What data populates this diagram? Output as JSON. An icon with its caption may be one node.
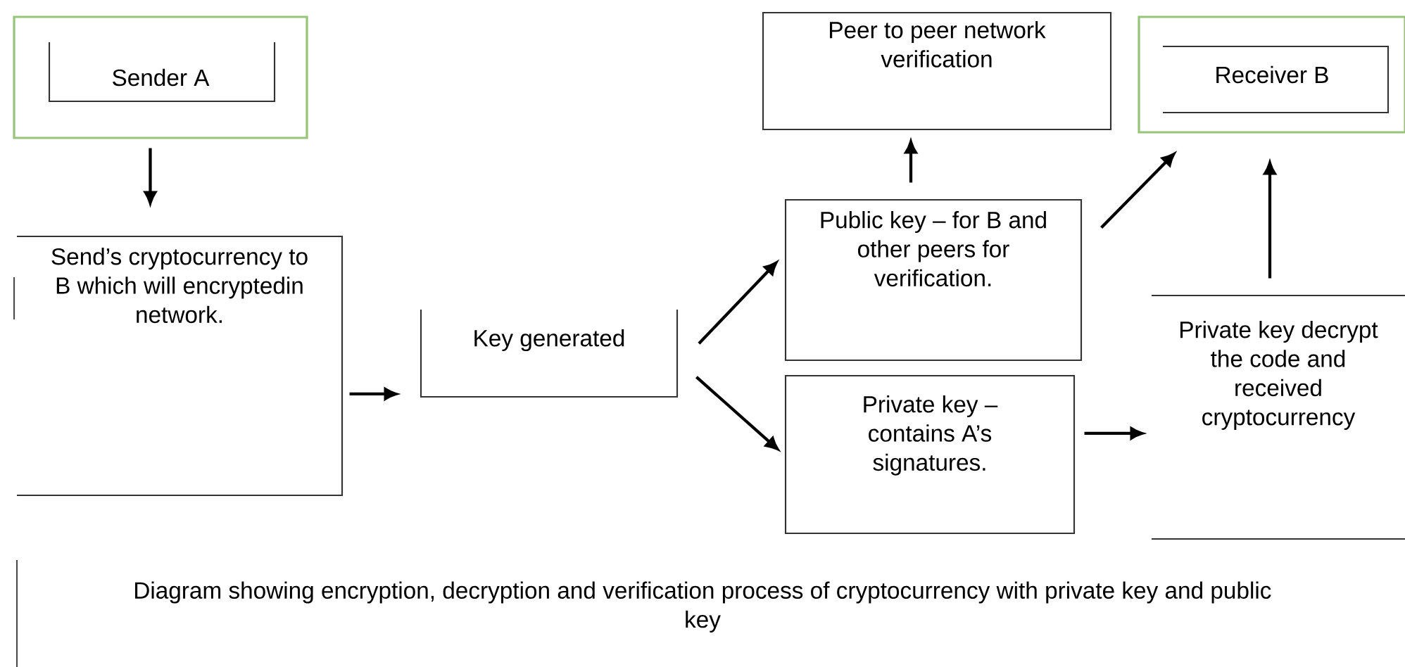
{
  "diagram": {
    "caption": "Diagram showing encryption, decryption and verification process of cryptocurrency with private key and public key",
    "nodes": [
      {
        "text": [
          "Sender A"
        ]
      },
      {
        "text": [
          "Send’s cryptocurrency to B which will encryptedin network."
        ]
      },
      {
        "text": [
          "Key generated"
        ]
      },
      {
        "text": [
          "Peer to peer network verification"
        ]
      },
      {
        "text": [
          "Receiver B"
        ]
      },
      {
        "text": [
          "Public key – for B and other peers for verification."
        ]
      },
      {
        "text": [
          "Private key – contains A’s signatures."
        ]
      },
      {
        "text": [
          "Private key decrypt the code and received cryptocurrency"
        ]
      }
    ],
    "edges": [
      {
        "from": 0,
        "to": 1,
        "arrow": "to"
      },
      {
        "from": 1,
        "to": 2,
        "arrow": "to"
      },
      {
        "from": 2,
        "to": 5,
        "arrow": "to"
      },
      {
        "from": 2,
        "to": 6,
        "arrow": "to"
      },
      {
        "from": 5,
        "to": 3,
        "arrow": "to"
      },
      {
        "from": 5,
        "to": 4,
        "arrow": "to"
      },
      {
        "from": 6,
        "to": 7,
        "arrow": "to"
      },
      {
        "from": 7,
        "to": 4,
        "arrow": "to"
      }
    ]
  }
}
